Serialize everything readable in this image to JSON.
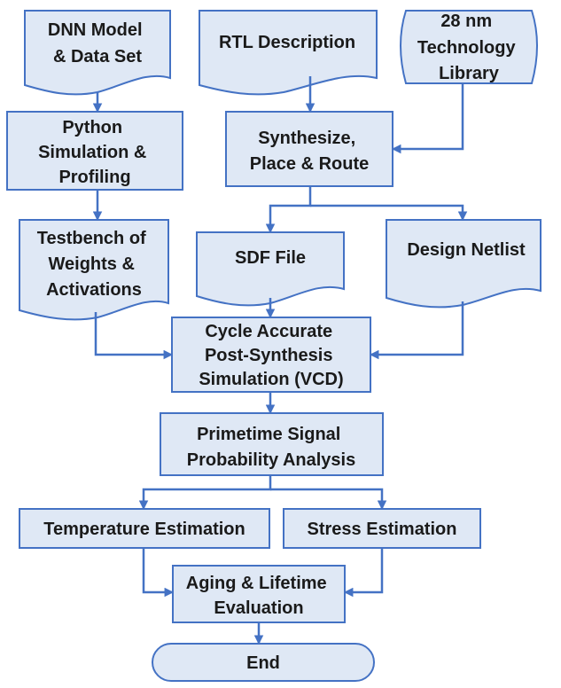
{
  "nodes": {
    "dnn": [
      "DNN Model",
      "& Data Set"
    ],
    "rtl": [
      "RTL Description"
    ],
    "techlib": [
      "28 nm",
      "Technology",
      "Library"
    ],
    "python": [
      "Python",
      "Simulation &",
      "Profiling"
    ],
    "synth": [
      "Synthesize,",
      "Place & Route"
    ],
    "testbench": [
      "Testbench of",
      "Weights &",
      "Activations"
    ],
    "sdf": [
      "SDF File"
    ],
    "netlist": [
      "Design Netlist"
    ],
    "cycle": [
      "Cycle Accurate",
      "Post-Synthesis",
      "Simulation (VCD)"
    ],
    "primetime": [
      "Primetime Signal",
      "Probability Analysis"
    ],
    "temperature": [
      "Temperature Estimation"
    ],
    "stress": [
      "Stress Estimation"
    ],
    "aging": [
      "Aging & Lifetime",
      "Evaluation"
    ],
    "end": [
      "End"
    ]
  },
  "colors": {
    "fill": "#dfe8f5",
    "stroke": "#4472c4",
    "text": "#1a1a1a"
  }
}
